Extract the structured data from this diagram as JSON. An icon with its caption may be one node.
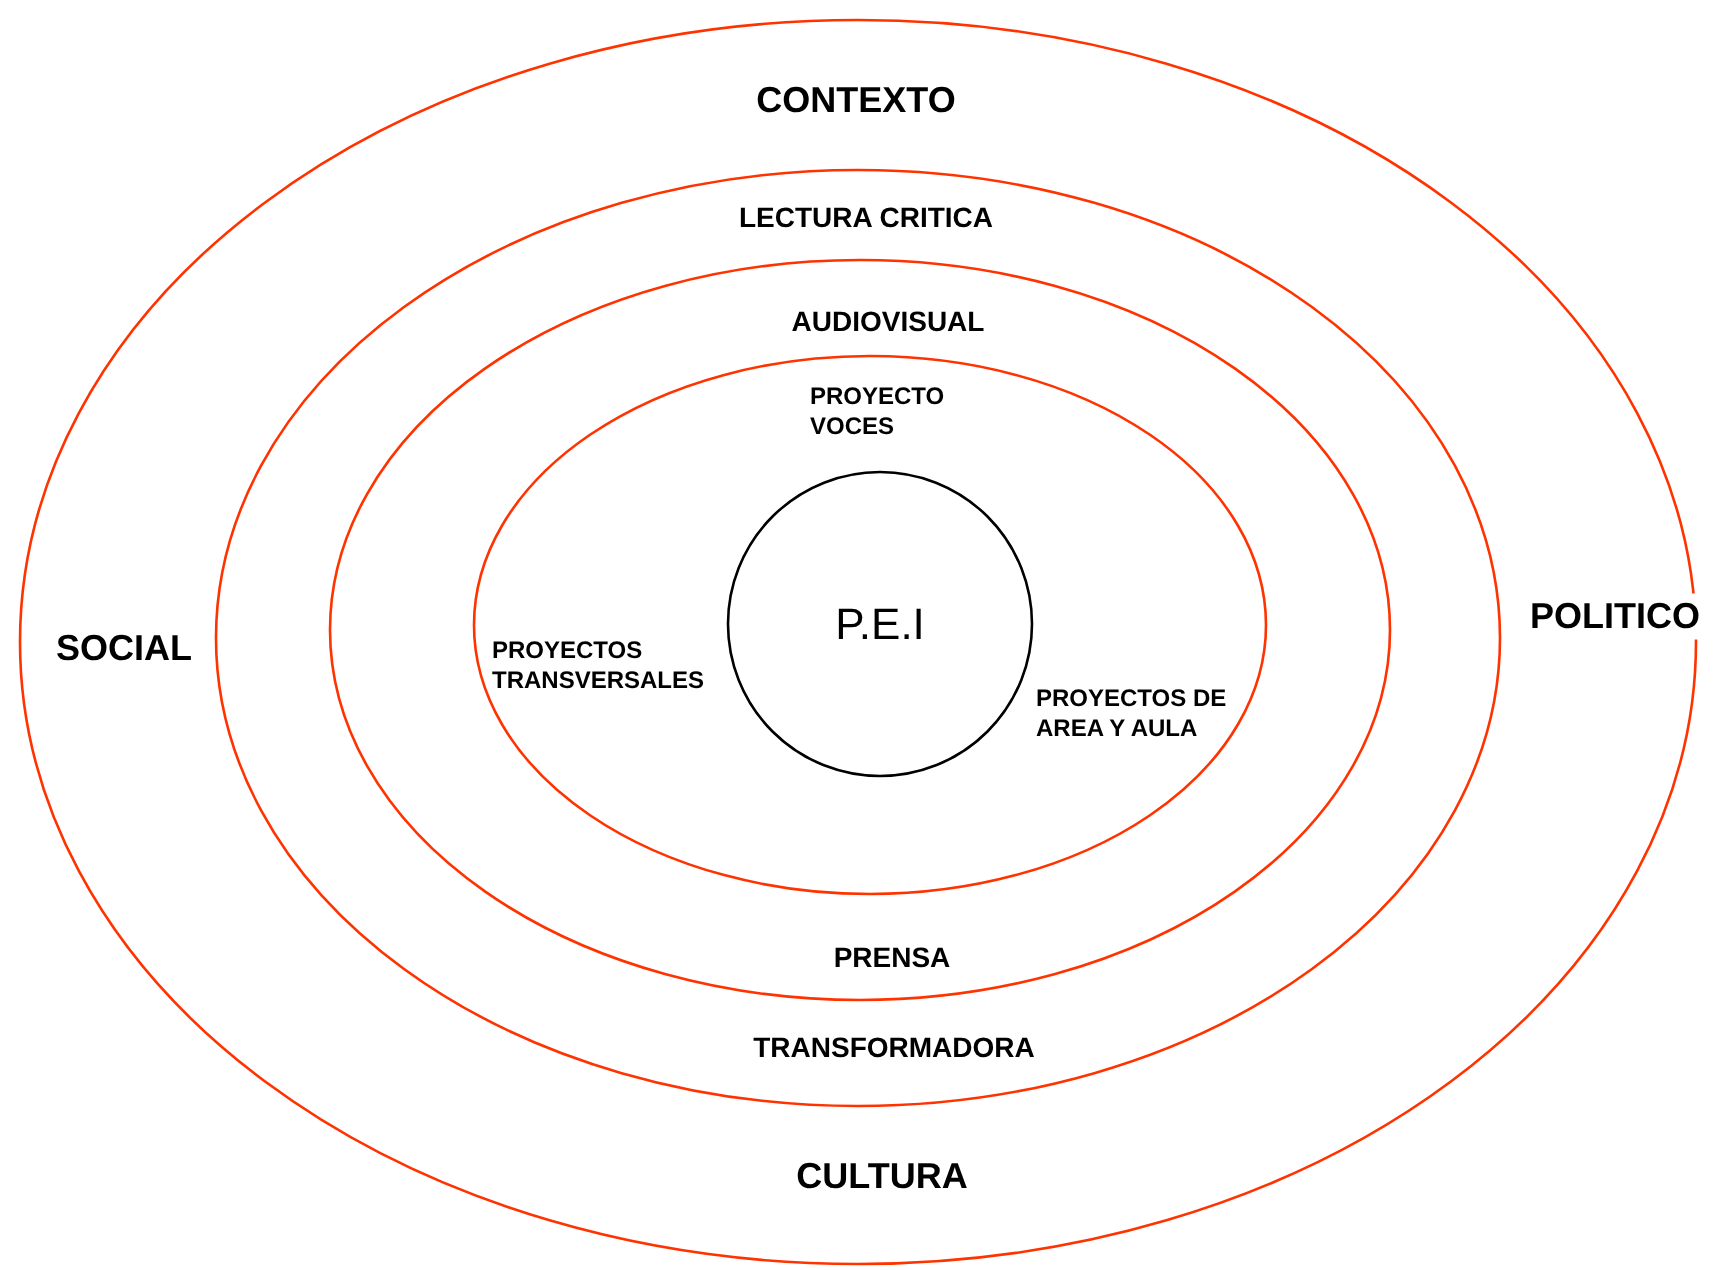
{
  "diagram": {
    "nodes": [
      {
        "text": [
          "CONTEXTO",
          "SOCIAL",
          "POLITICO",
          "CULTURA"
        ]
      },
      {
        "text": [
          "LECTURA CRITICA",
          "TRANSFORMADORA"
        ],
        "in": 0
      },
      {
        "text": [
          "AUDIOVISUAL",
          "PRENSA"
        ],
        "in": 1
      },
      {
        "text": [
          "PROYECTO VOCES",
          "PROYECTOS TRANSVERSALES",
          "PROYECTOS DE AREA Y AULA"
        ],
        "in": 2
      },
      {
        "text": [
          "P.E.I"
        ],
        "in": 3
      }
    ]
  }
}
